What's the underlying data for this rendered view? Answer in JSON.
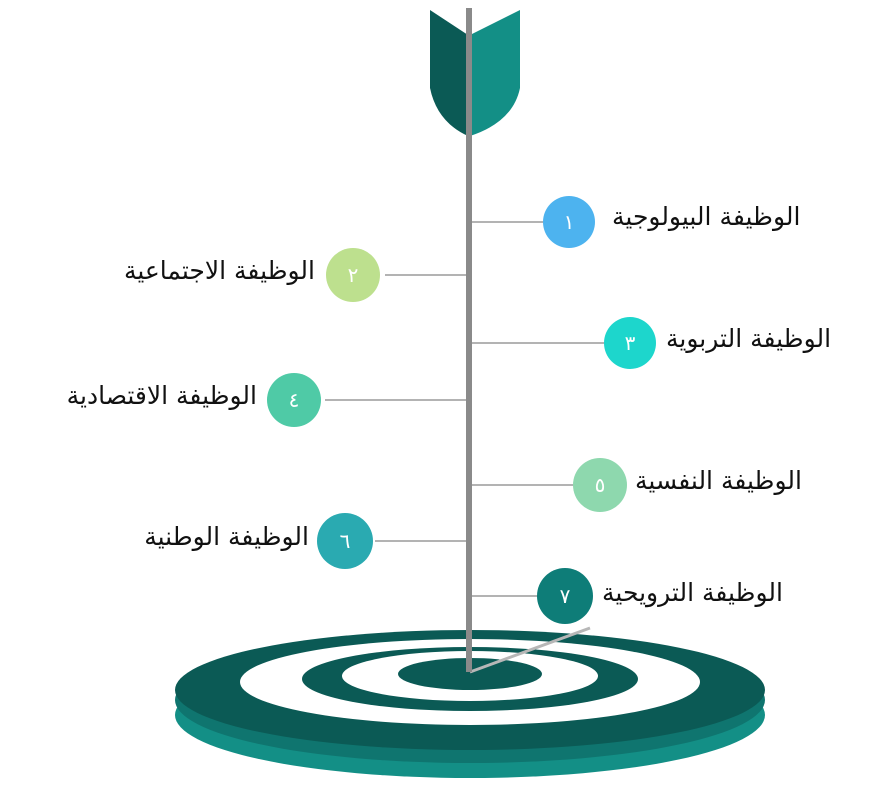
{
  "colors": {
    "dark_teal": "#0b5a55",
    "teal": "#138f86",
    "stick": "#8a8a8a",
    "connector": "#9a9a9a"
  },
  "functions": [
    {
      "number": "١",
      "label": "الوظيفة البيولوجية",
      "color": "#4db3ef"
    },
    {
      "number": "٢",
      "label": "الوظيفة الاجتماعية",
      "color": "#bde08e"
    },
    {
      "number": "٣",
      "label": "الوظيفة التربوية",
      "color": "#1dd6cc"
    },
    {
      "number": "٤",
      "label": "الوظيفة الاقتصادية",
      "color": "#4fcaa6"
    },
    {
      "number": "٥",
      "label": "الوظيفة النفسية",
      "color": "#8ed8ae"
    },
    {
      "number": "٦",
      "label": "الوظيفة الوطنية",
      "color": "#2aaab1"
    },
    {
      "number": "٧",
      "label": "الوظيفة الترويحية",
      "color": "#0e7d78"
    }
  ]
}
